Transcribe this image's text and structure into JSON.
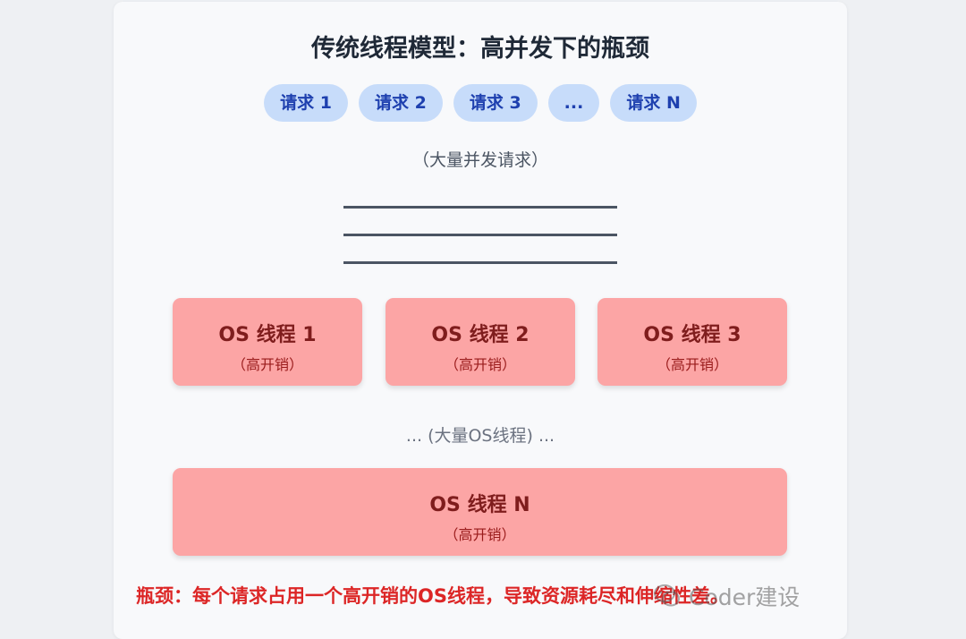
{
  "title": "传统线程模型：高并发下的瓶颈",
  "requests": [
    "请求 1",
    "请求 2",
    "请求 3",
    "...",
    "请求 N"
  ],
  "requests_note": "（大量并发请求）",
  "threads": [
    {
      "name": "OS 线程 1",
      "cost": "（高开销）"
    },
    {
      "name": "OS 线程 2",
      "cost": "（高开销）"
    },
    {
      "name": "OS 线程 3",
      "cost": "（高开销）"
    },
    {
      "name": "OS 线程 N",
      "cost": "（高开销）"
    }
  ],
  "threads_note": "... (大量OS线程) ...",
  "bottleneck": "瓶颈：每个请求占用一个高开销的OS线程，导致资源耗尽和伸缩性差。",
  "watermark": "Coder建设",
  "colors": {
    "request_bg": "#c7dcfa",
    "request_text": "#1e40af",
    "thread_bg": "#fca5a5",
    "thread_text": "#7f1d1d",
    "bottleneck_text": "#dc2626"
  }
}
